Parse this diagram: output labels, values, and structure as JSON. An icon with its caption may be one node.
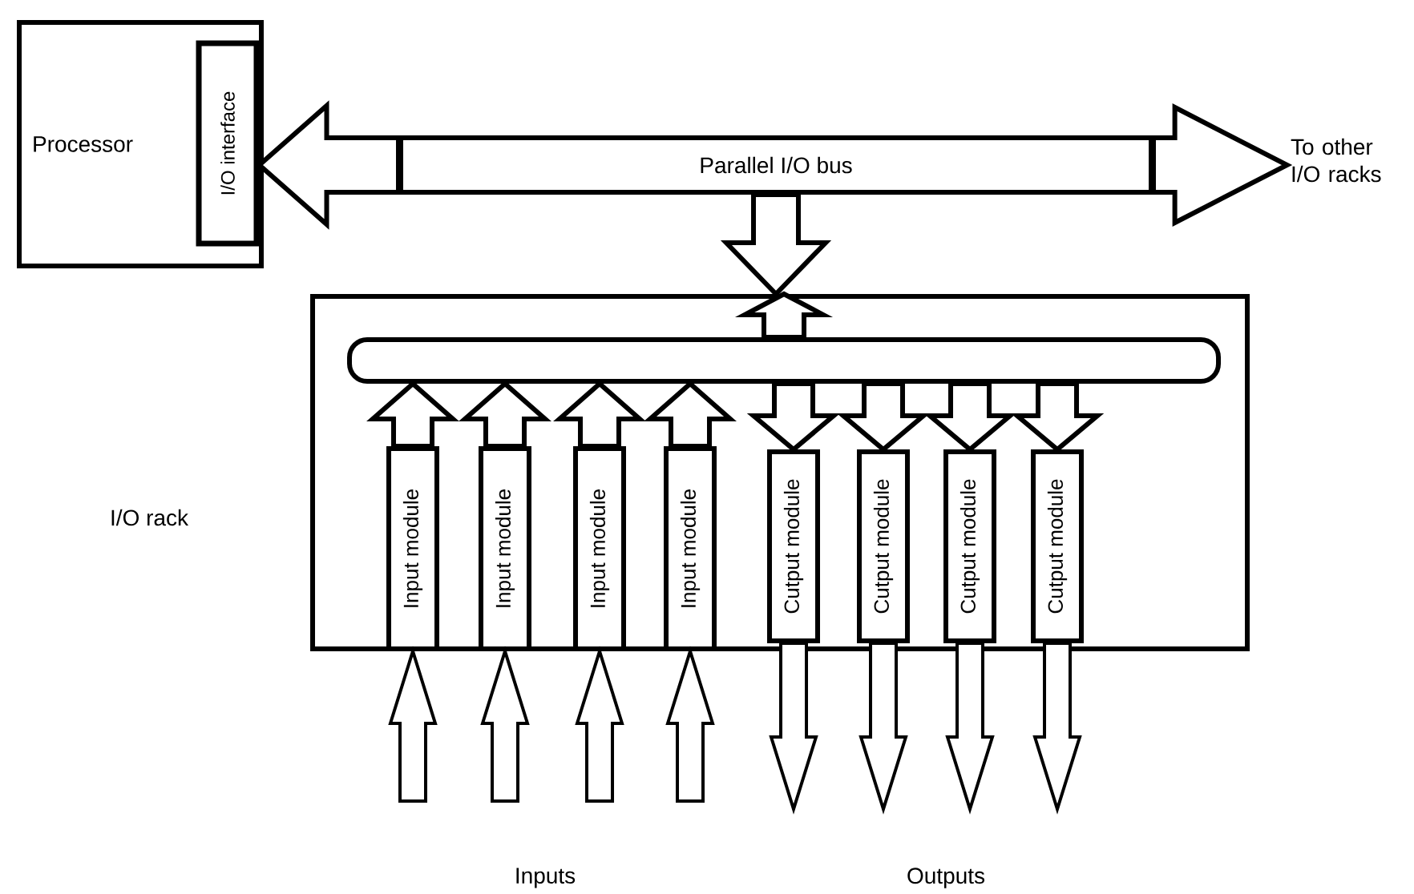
{
  "diagram": {
    "nodes": [
      {
        "text": [
          "Processor"
        ]
      },
      {
        "text": [
          "I/O interface"
        ],
        "in": 0
      },
      {
        "text": [
          "Parallel I/O bus"
        ]
      },
      {
        "text": [
          "To other I/O racks"
        ]
      },
      {
        "text": [],
        "shape": "box"
      },
      {
        "text": [],
        "shape": "bar",
        "in": 4
      },
      {
        "text": [
          "Input module"
        ],
        "in": 4
      },
      {
        "text": [
          "Input module"
        ],
        "in": 4
      },
      {
        "text": [
          "Input module"
        ],
        "in": 4
      },
      {
        "text": [
          "Input module"
        ],
        "in": 4
      },
      {
        "text": [
          "Cutput module"
        ],
        "in": 4
      },
      {
        "text": [
          "Cutput module"
        ],
        "in": 4
      },
      {
        "text": [
          "Cutput module"
        ],
        "in": 4
      },
      {
        "text": [
          "Cutput module"
        ],
        "in": 4
      }
    ],
    "edges": [
      {
        "from": 2,
        "to": 1,
        "arrow": "to"
      },
      {
        "from": 2,
        "to": 3,
        "arrow": "to"
      },
      {
        "from": 2,
        "to": 4,
        "arrow": "to"
      },
      {
        "from": 5,
        "to": 4,
        "arrow": "to"
      },
      {
        "from": 6,
        "to": 5,
        "arrow": "to"
      },
      {
        "from": 7,
        "to": 5,
        "arrow": "to"
      },
      {
        "from": 8,
        "to": 5,
        "arrow": "to"
      },
      {
        "from": 9,
        "to": 5,
        "arrow": "to"
      },
      {
        "from": 5,
        "to": 10,
        "arrow": "to"
      },
      {
        "from": 5,
        "to": 11,
        "arrow": "to"
      },
      {
        "from": 5,
        "to": 12,
        "arrow": "to"
      },
      {
        "from": 5,
        "to": 13,
        "arrow": "to"
      },
      {
        "from": null,
        "to": 6,
        "arrow": "to"
      },
      {
        "from": null,
        "to": 7,
        "arrow": "to"
      },
      {
        "from": null,
        "to": 8,
        "arrow": "to"
      },
      {
        "from": null,
        "to": 9,
        "arrow": "to"
      },
      {
        "from": 10,
        "to": null,
        "arrow": "to"
      },
      {
        "from": 11,
        "to": null,
        "arrow": "to"
      },
      {
        "from": 12,
        "to": null,
        "arrow": "to"
      },
      {
        "from": 13,
        "to": null,
        "arrow": "to"
      }
    ],
    "labels": [
      "I/O rack",
      "Inputs",
      "Outputs"
    ]
  }
}
